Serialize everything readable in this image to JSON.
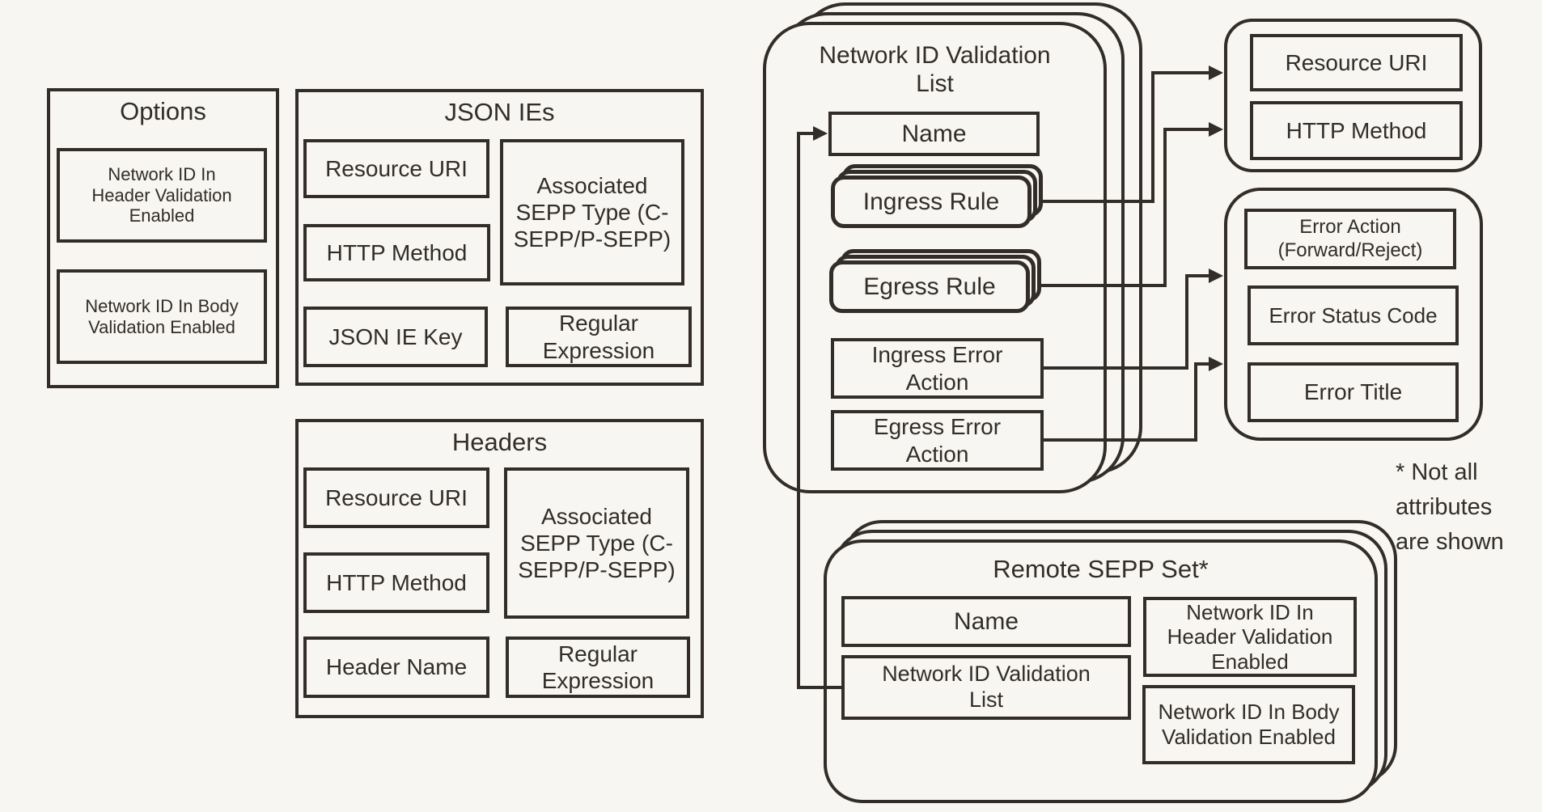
{
  "colors": {
    "background": "#f8f6f2",
    "ink": "#322d28"
  },
  "note": {
    "text": "* Not all\nattributes\nare shown"
  },
  "options": {
    "title": "Options",
    "header_flag": "Network ID In\nHeader Validation\nEnabled",
    "body_flag": "Network ID In Body\nValidation Enabled"
  },
  "json_ies": {
    "title": "JSON IEs",
    "resource_uri": "Resource URI",
    "http_method": "HTTP Method",
    "json_ie_key": "JSON IE Key",
    "associated_sepp_type": "Associated\nSEPP Type (C-\nSEPP/P-SEPP)",
    "regular_expression": "Regular\nExpression"
  },
  "headers": {
    "title": "Headers",
    "resource_uri": "Resource URI",
    "http_method": "HTTP Method",
    "header_name": "Header Name",
    "associated_sepp_type": "Associated\nSEPP Type (C-\nSEPP/P-SEPP)",
    "regular_expression": "Regular\nExpression"
  },
  "network_id_validation_list": {
    "title": "Network ID Validation\nList",
    "name": "Name",
    "ingress_rule": "Ingress Rule",
    "egress_rule": "Egress Rule",
    "ingress_error_action": "Ingress Error\nAction",
    "egress_error_action": "Egress Error\nAction"
  },
  "rule_target": {
    "resource_uri": "Resource URI",
    "http_method": "HTTP Method"
  },
  "error_target": {
    "error_action": "Error Action\n(Forward/Reject)",
    "error_status_code": "Error Status Code",
    "error_title": "Error Title"
  },
  "remote_sepp_set": {
    "title": "Remote SEPP Set*",
    "name": "Name",
    "network_id_validation_list": "Network ID Validation\nList",
    "header_flag": "Network ID In\nHeader Validation\nEnabled",
    "body_flag": "Network ID In Body\nValidation Enabled"
  }
}
